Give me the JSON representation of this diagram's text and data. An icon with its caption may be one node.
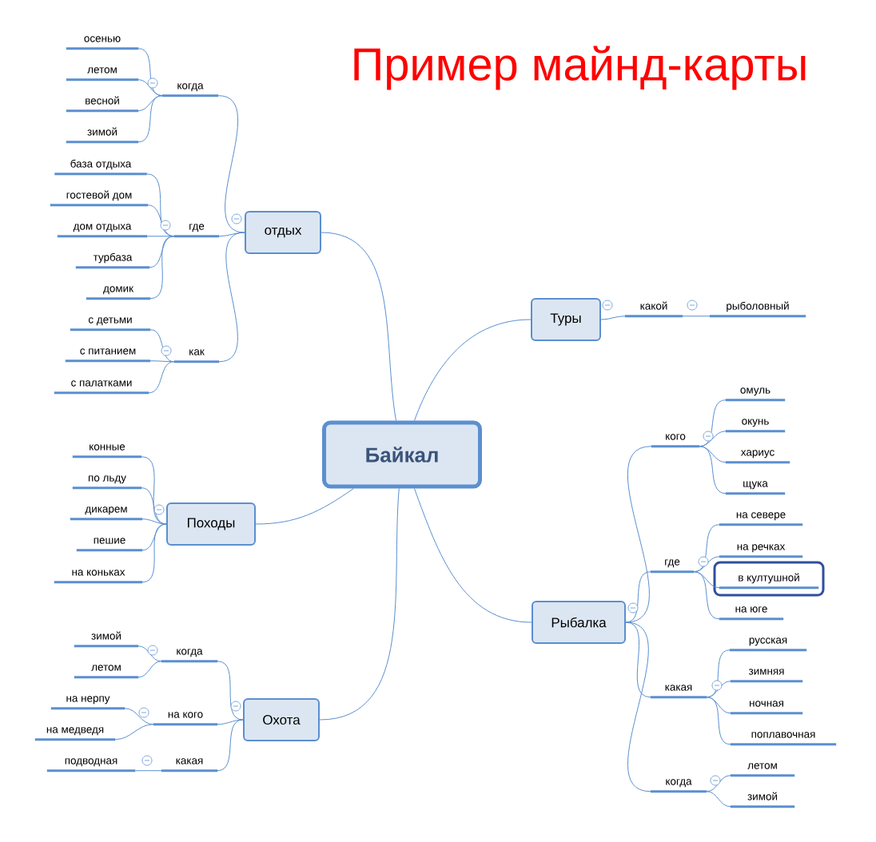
{
  "diagram": {
    "title": "Пример майнд-карты",
    "nodes": [
      {
        "text": [
          "Байкал"
        ]
      },
      {
        "text": [
          "отдых"
        ]
      },
      {
        "text": [
          "когда"
        ]
      },
      {
        "text": [
          "осенью"
        ]
      },
      {
        "text": [
          "летом"
        ]
      },
      {
        "text": [
          "весной"
        ]
      },
      {
        "text": [
          "зимой"
        ]
      },
      {
        "text": [
          "где"
        ]
      },
      {
        "text": [
          "база отдыха"
        ]
      },
      {
        "text": [
          "гостевой дом"
        ]
      },
      {
        "text": [
          "дом отдыха"
        ]
      },
      {
        "text": [
          "турбаза"
        ]
      },
      {
        "text": [
          "домик"
        ]
      },
      {
        "text": [
          "как"
        ]
      },
      {
        "text": [
          "с детьми"
        ]
      },
      {
        "text": [
          "с питанием"
        ]
      },
      {
        "text": [
          "с палатками"
        ]
      },
      {
        "text": [
          "Туры"
        ]
      },
      {
        "text": [
          "какой"
        ]
      },
      {
        "text": [
          "рыболовный"
        ]
      },
      {
        "text": [
          "Походы"
        ]
      },
      {
        "text": [
          "конные"
        ]
      },
      {
        "text": [
          "по льду"
        ]
      },
      {
        "text": [
          "дикарем"
        ]
      },
      {
        "text": [
          "пешие"
        ]
      },
      {
        "text": [
          "на коньках"
        ]
      },
      {
        "text": [
          "Рыбалка"
        ]
      },
      {
        "text": [
          "кого"
        ]
      },
      {
        "text": [
          "омуль"
        ]
      },
      {
        "text": [
          "окунь"
        ]
      },
      {
        "text": [
          "хариус"
        ]
      },
      {
        "text": [
          "щука"
        ]
      },
      {
        "text": [
          "где"
        ]
      },
      {
        "text": [
          "на севере"
        ]
      },
      {
        "text": [
          "на речках"
        ]
      },
      {
        "text": [
          "в култушной"
        ]
      },
      {
        "text": [
          "на юге"
        ]
      },
      {
        "text": [
          "какая"
        ]
      },
      {
        "text": [
          "русская"
        ]
      },
      {
        "text": [
          "зимняя"
        ]
      },
      {
        "text": [
          "ночная"
        ]
      },
      {
        "text": [
          "поплавочная"
        ]
      },
      {
        "text": [
          "когда"
        ]
      },
      {
        "text": [
          "летом"
        ]
      },
      {
        "text": [
          "зимой"
        ]
      },
      {
        "text": [
          "Охота"
        ]
      },
      {
        "text": [
          "когда"
        ]
      },
      {
        "text": [
          "зимой"
        ]
      },
      {
        "text": [
          "летом"
        ]
      },
      {
        "text": [
          "на кого"
        ]
      },
      {
        "text": [
          "на нерпу"
        ]
      },
      {
        "text": [
          "на медведя"
        ]
      },
      {
        "text": [
          "какая"
        ]
      },
      {
        "text": [
          "подводная"
        ]
      }
    ],
    "edges": [
      {
        "from": 0,
        "to": 1,
        "arrow": "none"
      },
      {
        "from": 0,
        "to": 17,
        "arrow": "none"
      },
      {
        "from": 0,
        "to": 20,
        "arrow": "none"
      },
      {
        "from": 0,
        "to": 26,
        "arrow": "none"
      },
      {
        "from": 0,
        "to": 45,
        "arrow": "none"
      },
      {
        "from": 1,
        "to": 2,
        "arrow": "none"
      },
      {
        "from": 1,
        "to": 7,
        "arrow": "none"
      },
      {
        "from": 1,
        "to": 13,
        "arrow": "none"
      },
      {
        "from": 2,
        "to": 3,
        "arrow": "none"
      },
      {
        "from": 2,
        "to": 4,
        "arrow": "none"
      },
      {
        "from": 2,
        "to": 5,
        "arrow": "none"
      },
      {
        "from": 2,
        "to": 6,
        "arrow": "none"
      },
      {
        "from": 7,
        "to": 8,
        "arrow": "none"
      },
      {
        "from": 7,
        "to": 9,
        "arrow": "none"
      },
      {
        "from": 7,
        "to": 10,
        "arrow": "none"
      },
      {
        "from": 7,
        "to": 11,
        "arrow": "none"
      },
      {
        "from": 7,
        "to": 12,
        "arrow": "none"
      },
      {
        "from": 13,
        "to": 14,
        "arrow": "none"
      },
      {
        "from": 13,
        "to": 15,
        "arrow": "none"
      },
      {
        "from": 13,
        "to": 16,
        "arrow": "none"
      },
      {
        "from": 17,
        "to": 18,
        "arrow": "none"
      },
      {
        "from": 18,
        "to": 19,
        "arrow": "none"
      },
      {
        "from": 20,
        "to": 21,
        "arrow": "none"
      },
      {
        "from": 20,
        "to": 22,
        "arrow": "none"
      },
      {
        "from": 20,
        "to": 23,
        "arrow": "none"
      },
      {
        "from": 20,
        "to": 24,
        "arrow": "none"
      },
      {
        "from": 20,
        "to": 25,
        "arrow": "none"
      },
      {
        "from": 26,
        "to": 27,
        "arrow": "none"
      },
      {
        "from": 26,
        "to": 32,
        "arrow": "none"
      },
      {
        "from": 26,
        "to": 37,
        "arrow": "none"
      },
      {
        "from": 26,
        "to": 42,
        "arrow": "none"
      },
      {
        "from": 27,
        "to": 28,
        "arrow": "none"
      },
      {
        "from": 27,
        "to": 29,
        "arrow": "none"
      },
      {
        "from": 27,
        "to": 30,
        "arrow": "none"
      },
      {
        "from": 27,
        "to": 31,
        "arrow": "none"
      },
      {
        "from": 32,
        "to": 33,
        "arrow": "none"
      },
      {
        "from": 32,
        "to": 34,
        "arrow": "none"
      },
      {
        "from": 32,
        "to": 35,
        "arrow": "none"
      },
      {
        "from": 32,
        "to": 36,
        "arrow": "none"
      },
      {
        "from": 37,
        "to": 38,
        "arrow": "none"
      },
      {
        "from": 37,
        "to": 39,
        "arrow": "none"
      },
      {
        "from": 37,
        "to": 40,
        "arrow": "none"
      },
      {
        "from": 37,
        "to": 41,
        "arrow": "none"
      },
      {
        "from": 42,
        "to": 43,
        "arrow": "none"
      },
      {
        "from": 42,
        "to": 44,
        "arrow": "none"
      },
      {
        "from": 45,
        "to": 46,
        "arrow": "none"
      },
      {
        "from": 45,
        "to": 49,
        "arrow": "none"
      },
      {
        "from": 45,
        "to": 52,
        "arrow": "none"
      },
      {
        "from": 46,
        "to": 47,
        "arrow": "none"
      },
      {
        "from": 46,
        "to": 48,
        "arrow": "none"
      },
      {
        "from": 49,
        "to": 50,
        "arrow": "none"
      },
      {
        "from": 49,
        "to": 51,
        "arrow": "none"
      },
      {
        "from": 52,
        "to": 53,
        "arrow": "none"
      }
    ]
  }
}
